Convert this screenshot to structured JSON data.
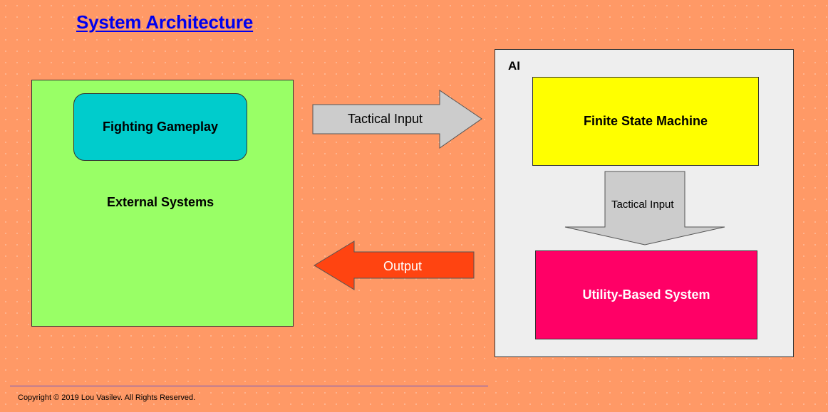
{
  "title": "System Architecture",
  "external": {
    "label": "External Systems",
    "inner_label": "Fighting Gameplay"
  },
  "ai": {
    "label": "AI",
    "fsm_label": "Finite State Machine",
    "down_arrow_label": "Tactical Input",
    "ubs_label": "Utility-Based System"
  },
  "arrows": {
    "input_label": "Tactical Input",
    "output_label": "Output"
  },
  "footer": {
    "copyright": "Copyright © 2019 Lou Vasilev. All Rights Reserved."
  },
  "colors": {
    "background": "#ff9966",
    "external": "#99ff66",
    "fighting": "#00cccc",
    "ai_container": "#eeeeee",
    "fsm": "#ffff00",
    "ubs": "#ff0066",
    "input_arrow": "#cccccc",
    "output_arrow": "#ff4411"
  }
}
